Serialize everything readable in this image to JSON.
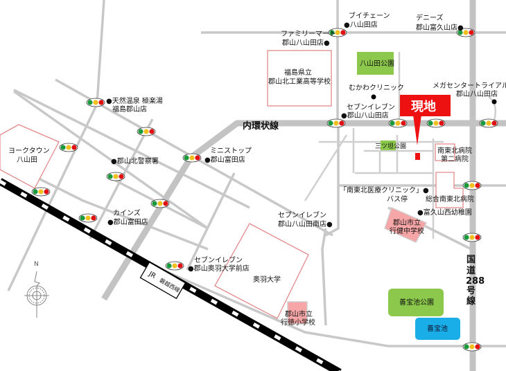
{
  "colors": {
    "road": "#c3c3c3",
    "rail": "#000000",
    "marker": "#ee1111",
    "park": "#8cc84b",
    "pond": "#19aee8",
    "school": "#f6a6a6",
    "building_outline": "#e38a8a"
  },
  "roads": {
    "inner_ring": "内環状線",
    "route288": [
      "国",
      "道",
      "288",
      "号",
      "線"
    ]
  },
  "marker": {
    "label": "現地"
  },
  "rail": {
    "line1": "JR",
    "line2": "磐越西線"
  },
  "compass": {
    "north": "N"
  },
  "places": {
    "buychain": [
      "ブイチェーン",
      "●八山田店"
    ],
    "dennys": [
      "デニーズ",
      "郡山富久山店●"
    ],
    "familymart": [
      "ファミリーマート",
      "郡山八山田店●"
    ],
    "fukushima_school": [
      "福島県立",
      "郡山北工業高等学校"
    ],
    "yayamada_park": "八山田公園",
    "mukawa_clinic": "むかわクリニック",
    "seven_yayamada": [
      "セブンイレブン",
      "●郡山八山田店"
    ],
    "mega_center": [
      "メガセンタートライアル",
      "郡山八山田店"
    ],
    "onsen": [
      "●天然温泉 極楽湯",
      "福島郡山店"
    ],
    "yorktown": [
      "ヨークタウン",
      "八山田"
    ],
    "police": "●郡山北警察署",
    "ministop": [
      "ミニストップ",
      "●郡山富田店"
    ],
    "cainz": [
      "カインズ",
      "●郡山富田店"
    ],
    "mitsutsubo_park": "三ツ坦公園",
    "nantoho_2": [
      "南東北病院",
      "第二病院"
    ],
    "clinic_bus": [
      "「南東北医療クリニック」●",
      "バス停"
    ],
    "sogo_nantoho": "総合南東北病院",
    "kindergarten": "●富久山西幼稚園",
    "seven_minami": [
      "セブンイレブン",
      "郡山八山田南店●"
    ],
    "junior_high": [
      "郡山市立",
      "行健中学校"
    ],
    "seven_ou": [
      "セブンイレブン",
      "●郡山奥羽大学前店"
    ],
    "ou_univ": "奥羽大学",
    "elementary": [
      "郡山市立",
      "行徳小学校"
    ],
    "zenpo_park": "善宝池公園",
    "zenpo_pond": "善宝池"
  }
}
